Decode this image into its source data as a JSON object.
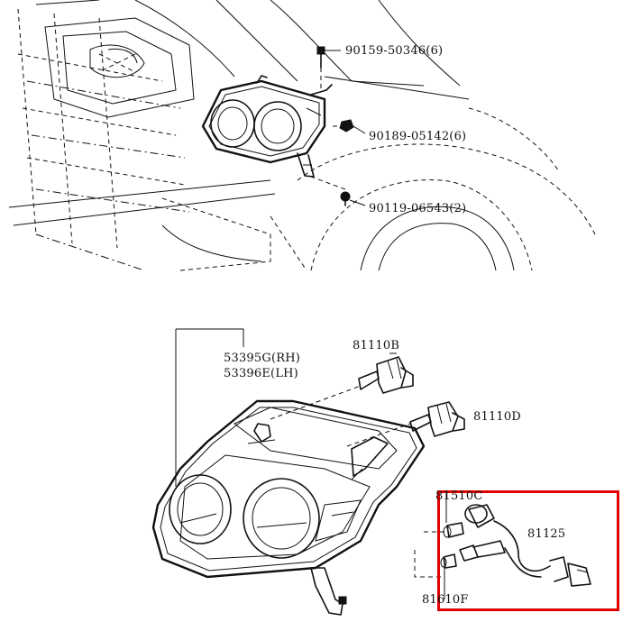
{
  "labels": {
    "bolt_top": "90159-50346(6)",
    "nut_mid": "90189-05142(6)",
    "screw_low": "90119-06543(2)",
    "housing_rh": "53395G(RH)",
    "housing_lh": "53396E(LH)",
    "bulb_b": "81110B",
    "bulb_d": "81110D",
    "bulb_c": "81510C",
    "socket": "81125",
    "bulb_f": "81610F"
  },
  "colors": {
    "ink": "#111111",
    "highlight": "#e00000"
  }
}
